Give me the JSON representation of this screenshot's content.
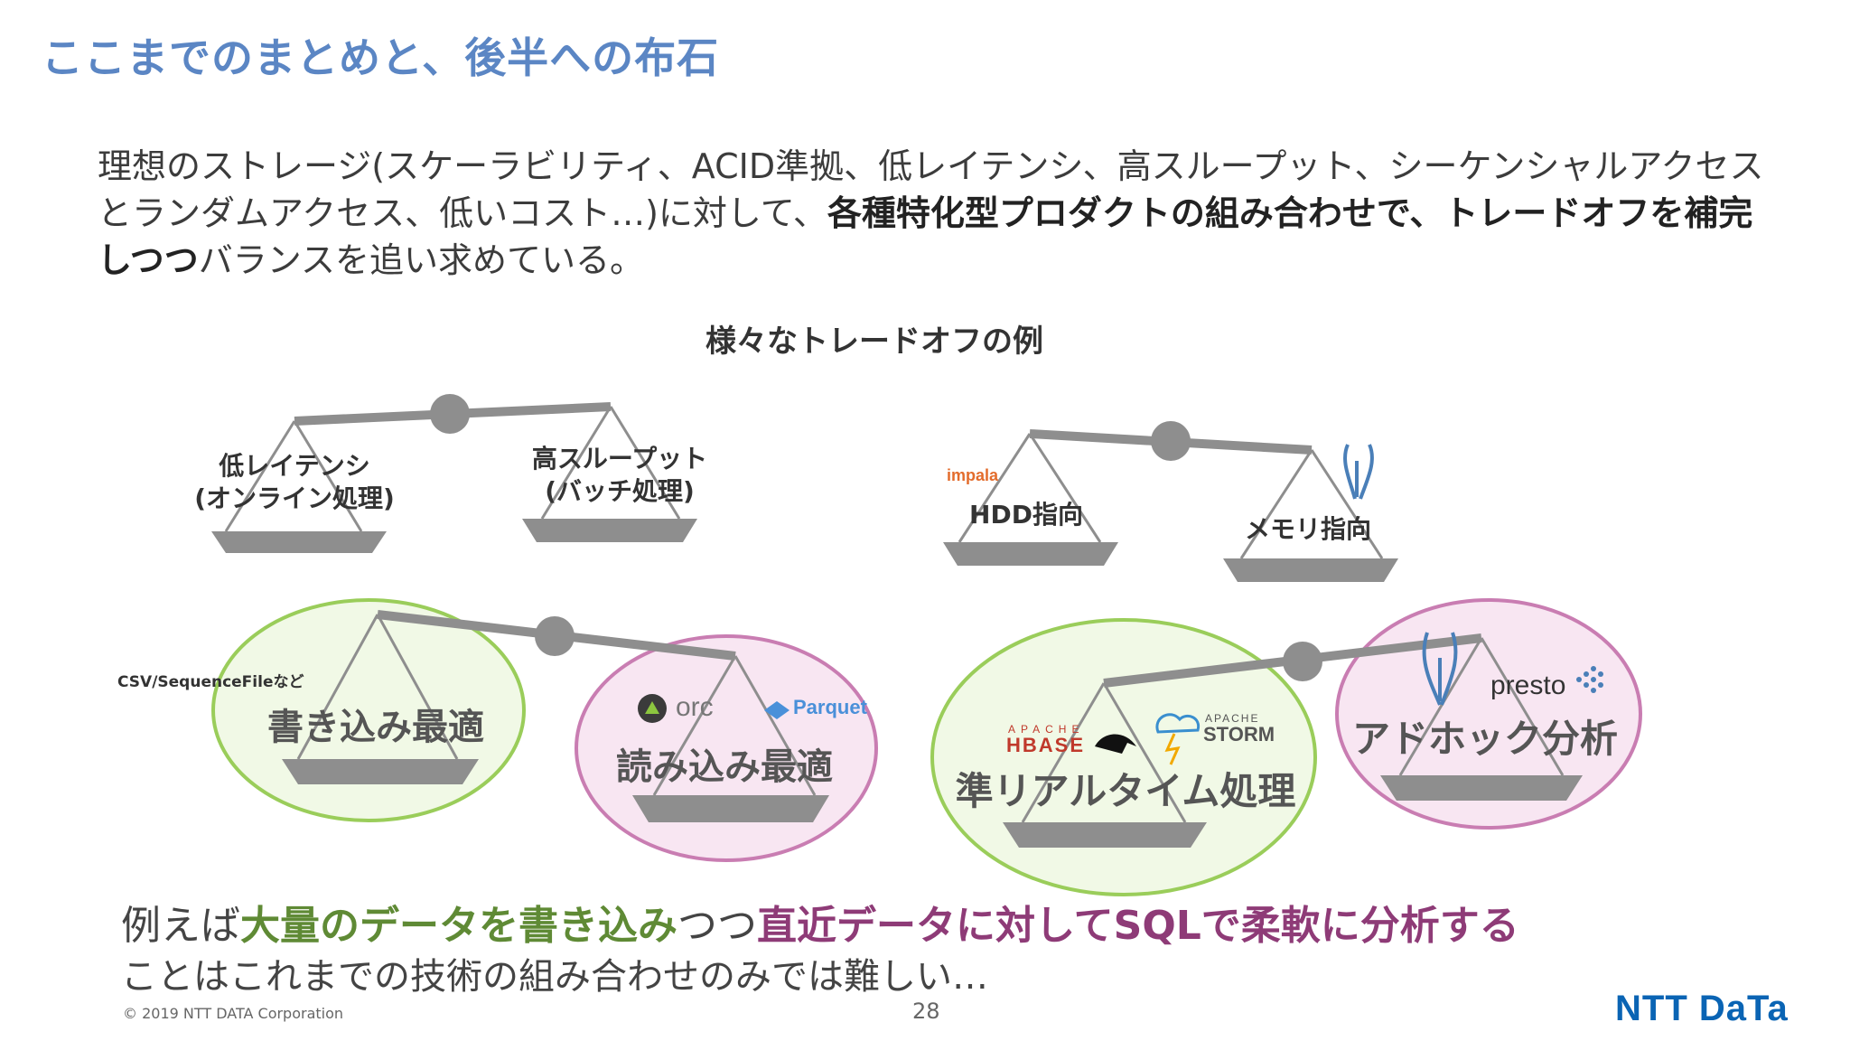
{
  "slide": {
    "title": "ここまでのまとめと、後半への布石",
    "intro": {
      "seg1": "理想のストレージ(スケーラビリティ、ACID準拠、低レイテンシ、高スループット、シーケンシャルアクセスとランダムアクセス、低いコスト…)に対して、",
      "seg2_bold": "各種特化型プロダクトの組み合わせで、トレードオフを補完しつつ",
      "seg3": "バランスを追い求めている。"
    },
    "tradeoff_heading": "様々なトレードオフの例",
    "scales": {
      "latency": {
        "left_line1": "低レイテンシ",
        "left_line2": "(オンライン処理)",
        "right_line1": "高スループット",
        "right_line2": "(バッチ処理)"
      },
      "memory": {
        "left": "HDD指向",
        "right": "メモリ指向",
        "left_logo": "impala",
        "right_logo": "kudu"
      },
      "rw": {
        "left": "書き込み最適",
        "left_note": "CSV/SequenceFileなど",
        "right": "読み込み最適",
        "right_logo1": "orc",
        "right_logo2": "Parquet"
      },
      "realtime": {
        "left": "準リアルタイム処理",
        "right": "アドホック分析",
        "logo_hbase": "HBASE",
        "logo_hbase_top": "APACHE",
        "logo_storm": "STORM",
        "logo_storm_top": "APACHE",
        "logo_presto": "presto"
      }
    },
    "bottom": {
      "line1_a": "例えば",
      "line1_b": "大量のデータを書き込み",
      "line1_c": "つつ",
      "line1_d": "直近データに対してSQLで柔軟に分析する",
      "line2": "ことはこれまでの技術の組み合わせのみでは難しい…"
    },
    "footer": {
      "copyright": "© 2019 NTT DATA Corporation",
      "page_number": "28",
      "brand": "NTT DaTa"
    },
    "colors": {
      "title": "#5b86c4",
      "green_ellipse": "#9acd5a",
      "pink_ellipse": "#c97db2",
      "scale_gray": "#8e8e8e",
      "brand": "#0a64b4"
    }
  }
}
